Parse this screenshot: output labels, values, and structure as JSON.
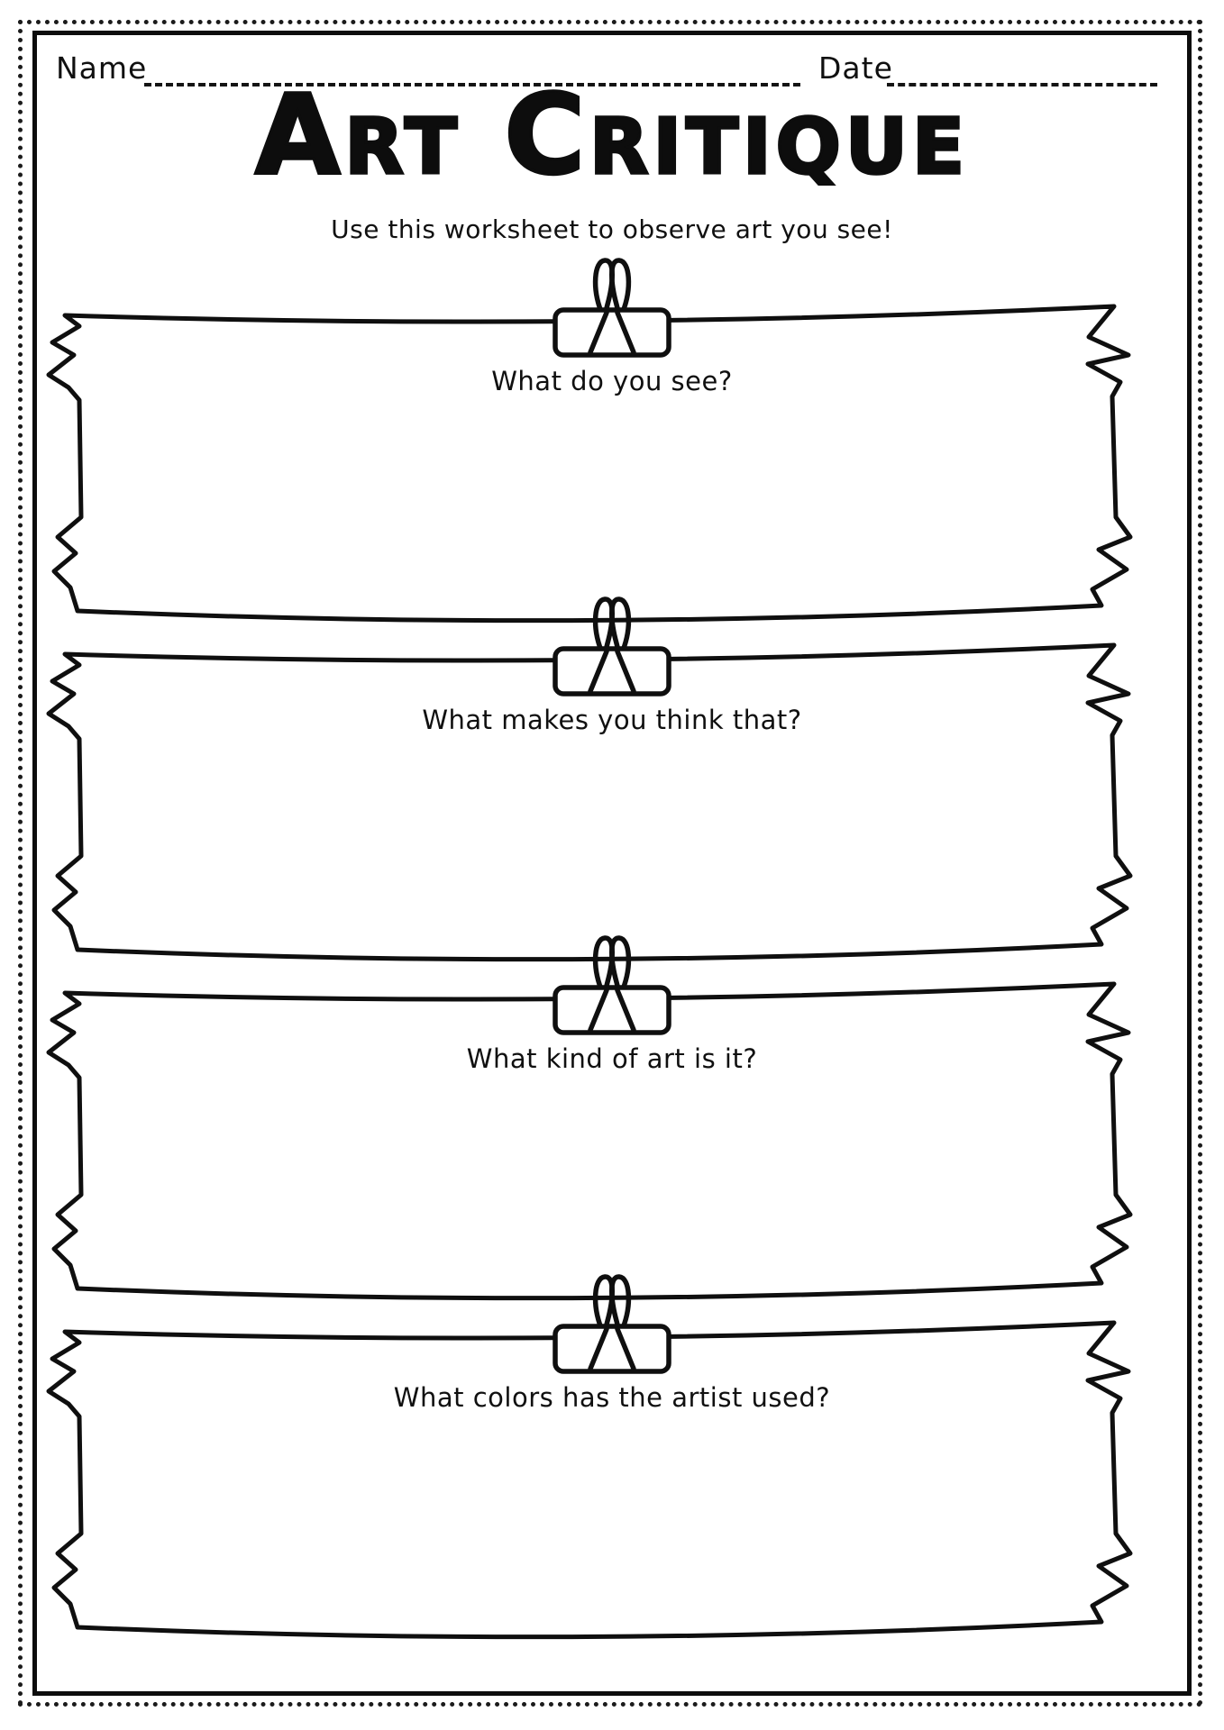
{
  "header": {
    "name_label": "Name",
    "name_value": "",
    "date_label": "Date",
    "date_value": ""
  },
  "title": "Art Critique",
  "subtitle": "Use this worksheet to observe art you see!",
  "sections": [
    {
      "question": "What do you see?"
    },
    {
      "question": "What makes you think that?"
    },
    {
      "question": "What kind of art is it?"
    },
    {
      "question": "What colors has the artist used?"
    }
  ],
  "icons": {
    "clip": "binder-clip-icon"
  },
  "colors": {
    "ink": "#111111",
    "paper": "#ffffff"
  }
}
